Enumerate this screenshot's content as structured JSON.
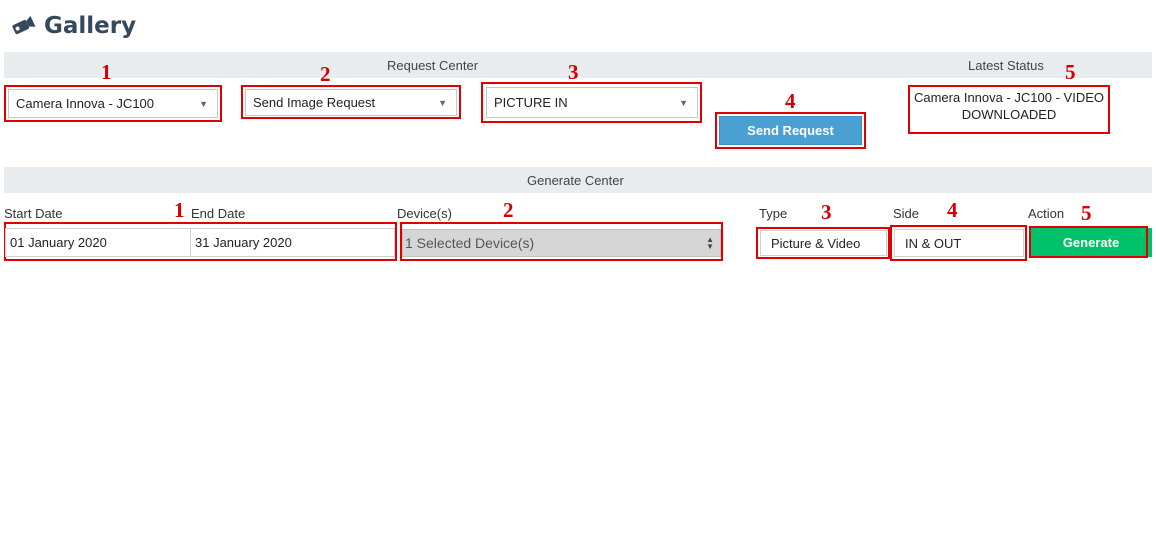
{
  "page": {
    "title": "Gallery",
    "icon": "camera-icon"
  },
  "request_center": {
    "heading": "Request Center",
    "latest_status_heading": "Latest Status",
    "device_select": {
      "value": "Camera Innova - JC100"
    },
    "request_type_select": {
      "value": "Send Image Request"
    },
    "side_select": {
      "value": "PICTURE IN"
    },
    "send_button": "Send Request",
    "latest_status_text": "Camera Innova - JC100 - VIDEO DOWNLOADED",
    "markers": [
      "1",
      "2",
      "3",
      "4",
      "5"
    ]
  },
  "generate_center": {
    "heading": "Generate Center",
    "labels": {
      "start_date": "Start Date",
      "end_date": "End Date",
      "devices": "Device(s)",
      "type": "Type",
      "side": "Side",
      "action": "Action"
    },
    "start_date": "01 January 2020",
    "end_date": "31 January 2020",
    "devices_value": "1 Selected Device(s)",
    "type_value": "Picture & Video",
    "side_value": "IN & OUT",
    "generate_button": "Generate",
    "markers": [
      "1",
      "2",
      "3",
      "4",
      "5"
    ]
  },
  "colors": {
    "annotation_red": "#e00000",
    "send_button_blue": "#4a9fd3",
    "generate_button_green": "#00c26a",
    "title_color": "#34495e"
  }
}
